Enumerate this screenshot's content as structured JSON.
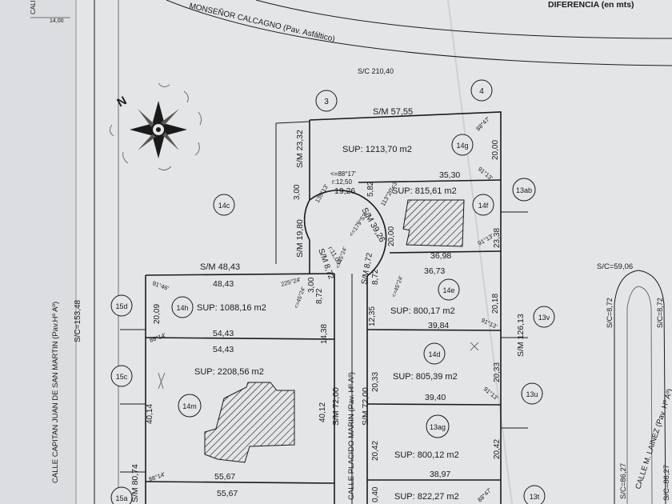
{
  "header": {
    "difference": "DIFERENCIA (en mts)"
  },
  "streets": {
    "monsenor": "MONSEÑOR CALCAGNO (Pav. Asfáltico)",
    "san_martin": "CALLE CAPITAN JUAN DE SAN MARTIN (Pav.Hº Aº)",
    "placido": "CALLE PLACIDO MARIN (Pav. Hº Aº)",
    "lainez": "CALLE M. LAINEZ (Pav. Hº Aº)"
  },
  "top_left": {
    "corner": "CALI",
    "dim": "14,00"
  },
  "measures": {
    "sc_210": "S/C 210,40",
    "sm_5755": "S/M 57,55",
    "sm_2332": "S/M 23,32",
    "sm_1980": "S/M 19,80",
    "sm_4843": "S/M 48,43",
    "sm_3926": "S/M 39,26",
    "sm_872a": "S/M 8,72",
    "sm_872b": "S/M 8,72",
    "sm_7200a": "S/M 72,00",
    "sm_7200b": "S/M 72,00",
    "sm_12613": "S/M 126,13",
    "sm_8074": "S/M 80,74",
    "sc_15348": "S/C=153,48",
    "sc_5906": "S/C=59,06",
    "sc_872a": "S/C=8,72",
    "sc_872b": "S/C=8,72",
    "sc_8627a": "S/C=86,27",
    "sc_8627b": "S/C=86,27"
  },
  "lots": {
    "14g": {
      "id": "14g",
      "sup": "SUP: 1213,70 m2"
    },
    "14f": {
      "id": "14f",
      "sup": "SUP: 815,61 m2"
    },
    "14h": {
      "id": "14h",
      "sup": "SUP: 1088,16 m2"
    },
    "14e": {
      "id": "14e",
      "sup": "SUP: 800,17 m2"
    },
    "14d": {
      "id": "14d",
      "sup": "SUP: 805,39 m2"
    },
    "14m": {
      "id": "14m",
      "sup": "SUP: 2208,56 m2"
    },
    "13ag": {
      "id": "13ag",
      "sup": "SUP: 800,12 m2"
    },
    "bottom": {
      "sup": "SUP: 822,27 m2"
    }
  },
  "neighbors": [
    "3",
    "4",
    "14c",
    "13ab",
    "15d",
    "13v",
    "15c",
    "13u",
    "15a",
    "13t"
  ],
  "dims": {
    "d2000a": "20,00",
    "d3530": "35,30",
    "d1926": "19,26",
    "d582": "5,82",
    "d2000b": "20,00",
    "d2338": "23,38",
    "d3698": "36,98",
    "d3673": "36,73",
    "d4843": "48,43",
    "d2009": "20,09",
    "d5443a": "54,43",
    "d5443b": "54,43",
    "d3984": "39,84",
    "d2018": "20,18",
    "d1235": "12,35",
    "d872a": "8,72",
    "d872c": "8,72",
    "d300a": "3,00",
    "d300b": "3,00",
    "d1438": "14,38",
    "d2033a": "20,33",
    "d2033b": "20,33",
    "d3940": "39,40",
    "d4014a": "40,14",
    "d4012": "40,12",
    "d2042a": "20,42",
    "d2042b": "20,42",
    "d3897": "38,97",
    "d5567a": "55,67",
    "d5567b": "55,67",
    "d040": "0,40",
    "d1100": "r:11,00",
    "d1250": "r:12,50"
  },
  "angles": {
    "a8817": "<=88°17'",
    "a13513": "135°13'",
    "a11320": "113°20'<3",
    "a17953": "<=179°53'",
    "a9113a": "91°13'",
    "a9113b": "91°13'",
    "a9113c": "91°13'",
    "a9113d": "91°13'",
    "a8847a": "88°47'",
    "a8847b": "88°47'",
    "a9146": "91°46'",
    "a8814a": "88°14'",
    "a8814b": "88°14'",
    "a22524": "225°24'",
    "a4524a": "<=45°24'",
    "a4524b": "<=45°24'",
    "a4524c": "<=45°24'"
  },
  "compass": {
    "label": "N"
  }
}
